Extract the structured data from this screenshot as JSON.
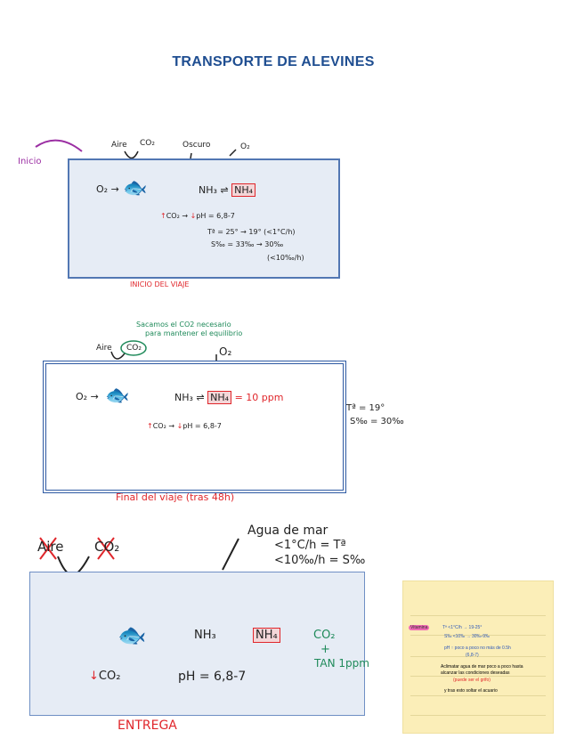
{
  "title": "TRANSPORTE DE ALEVINES",
  "section1": {
    "start_label": "Inicio",
    "top_labels": {
      "aire": "Aire",
      "co2": "CO₂",
      "oscuro": "Oscuro",
      "o2": "O₂"
    },
    "o2": "O₂ →",
    "fish_icon": "🐟",
    "nh3": "NH₃",
    "nh4": "NH₄",
    "co2_line_up": "↑",
    "co2_line": "CO₂ →",
    "ph_down": "↓",
    "ph": "pH = 6,8-7",
    "temp": "Tª = 25° → 19° (<1°C/h)",
    "salinity": "S‰ = 33‰ → 30‰",
    "salinity_rate": "(<10‰/h)",
    "caption": "INICIO DEL VIAJE"
  },
  "section2": {
    "note": "Sacamos el CO2 necesario",
    "note2": "para mantener el equilibrio",
    "aire": "Aire",
    "co2": "CO₂",
    "o2_top": "O₂",
    "o2": "O₂ →",
    "fish_icon": "🐟",
    "nh3": "NH₃",
    "nh4": "NH₄",
    "nh4_value": "= 10 ppm",
    "co2_up": "↑",
    "co2_line": "CO₂ →",
    "ph_down": "↓",
    "ph": "pH = 6,8-7",
    "temp": "Tª = 19°",
    "salinity": "S‰ = 30‰",
    "caption": "Final del viaje (tras 48h)"
  },
  "section3": {
    "aire": "Aire",
    "co2": "CO₂",
    "sea_water": "Agua de mar",
    "temp_rate": "<1°C/h = Tª",
    "sal_rate": "<10‰/h = S‰",
    "fish_icon": "🐟",
    "nh3": "NH₃",
    "nh4": "NH₄",
    "co2_out": "CO₂",
    "plus": "+",
    "tan": "TAN 1ppm",
    "co2_down": "↓",
    "ph": "pH = 6,8-7",
    "caption": "ENTREGA"
  },
  "sticky_note": {
    "label": "Vitamina",
    "lines": [
      "Tª <1°C/h → 19-25°",
      "S‰ <10‰ → 30‰-9‰",
      "pH ↑ poco a poco no más de 0.5h",
      "(6,8-7)",
      "Aclimatar agua de mar poco a poco hasta",
      "alcanzar las condiciones deseadas",
      "(puede ser el grifo)",
      "y tras esto soltar el acuario"
    ]
  }
}
